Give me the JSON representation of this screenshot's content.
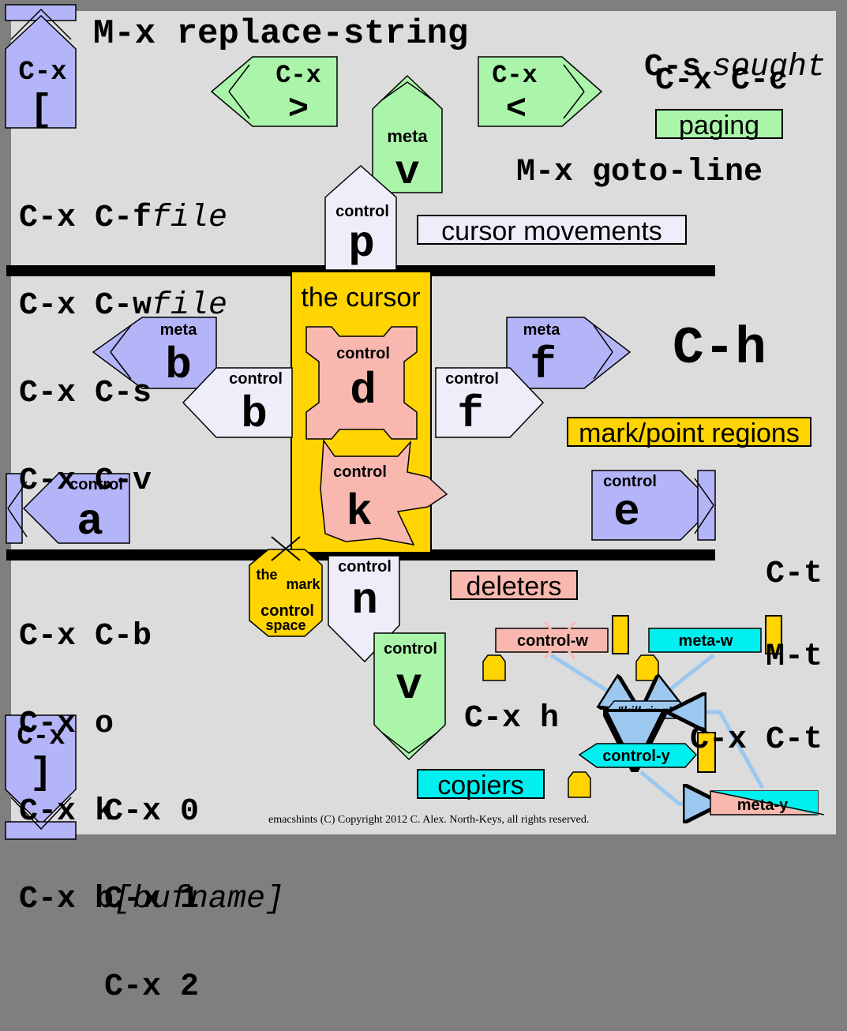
{
  "header": {
    "replace_string": "M-x replace-string",
    "search_cmd": "C-s",
    "search_arg": "sought",
    "quit": "C-x C-c",
    "goto_line": "M-x goto-line",
    "help": "C-h"
  },
  "file_commands": [
    {
      "cmd": "C-x C-f",
      "arg": "file"
    },
    {
      "cmd": "C-x C-w",
      "arg": "file"
    },
    {
      "cmd": "C-x C-s",
      "arg": ""
    },
    {
      "cmd": "C-x C-v",
      "arg": ""
    }
  ],
  "buffer_commands": [
    {
      "cmd": "C-x C-b",
      "arg": ""
    },
    {
      "cmd": "C-x o",
      "arg": ""
    },
    {
      "cmd": "C-x k",
      "arg": ""
    },
    {
      "cmd": "C-x b",
      "arg": "[bufname]"
    }
  ],
  "window_commands": [
    "C-x 0",
    "C-x 1",
    "C-x 2"
  ],
  "transpose_commands": [
    "C-t",
    "M-t",
    "C-x C-t"
  ],
  "help_cmd": "C-x h",
  "legend": {
    "paging": "paging",
    "cursor_movements": "cursor movements",
    "mark_point": "mark/point regions",
    "deleters": "deleters",
    "copiers": "copiers"
  },
  "keys": {
    "buffer_start": {
      "mod": "C-x",
      "key": "["
    },
    "buffer_end": {
      "mod": "C-x",
      "key": "]"
    },
    "scroll_right": {
      "mod": "C-x",
      "key": ">"
    },
    "scroll_left": {
      "mod": "C-x",
      "key": "<"
    },
    "page_up": {
      "mod": "meta",
      "key": "v"
    },
    "page_down": {
      "mod": "control",
      "key": "v"
    },
    "prev_line": {
      "mod": "control",
      "key": "p"
    },
    "next_line": {
      "mod": "control",
      "key": "n"
    },
    "back_word": {
      "mod": "meta",
      "key": "b"
    },
    "fwd_word": {
      "mod": "meta",
      "key": "f"
    },
    "back_char": {
      "mod": "control",
      "key": "b"
    },
    "fwd_char": {
      "mod": "control",
      "key": "f"
    },
    "line_start": {
      "mod": "control",
      "key": "a"
    },
    "line_end": {
      "mod": "control",
      "key": "e"
    },
    "delete_char": {
      "mod": "control",
      "key": "d"
    },
    "kill_line": {
      "mod": "control",
      "key": "k"
    }
  },
  "cursor_title": "the cursor",
  "mark": {
    "the": "the",
    "mark": "mark",
    "control": "control",
    "space": "space"
  },
  "kill": {
    "control_w": "control-w",
    "meta_w": "meta-w",
    "kill_ring": "\"kill ring\"",
    "control_y": "control-y",
    "meta_y": "meta-y"
  },
  "copyright": "emacshints (C) Copyright 2012 C. Alex. North-Keys, all rights reserved.",
  "colors": {
    "background": "#dcdcdc",
    "frame": "#7f7f7f",
    "cursor_movement": "#eeeefa",
    "paging": "#aaf5aa",
    "meta_move": "#b4b4f8",
    "mark_point": "#ffd400",
    "deleters": "#f8b8b0",
    "copiers": "#00f0f0"
  }
}
